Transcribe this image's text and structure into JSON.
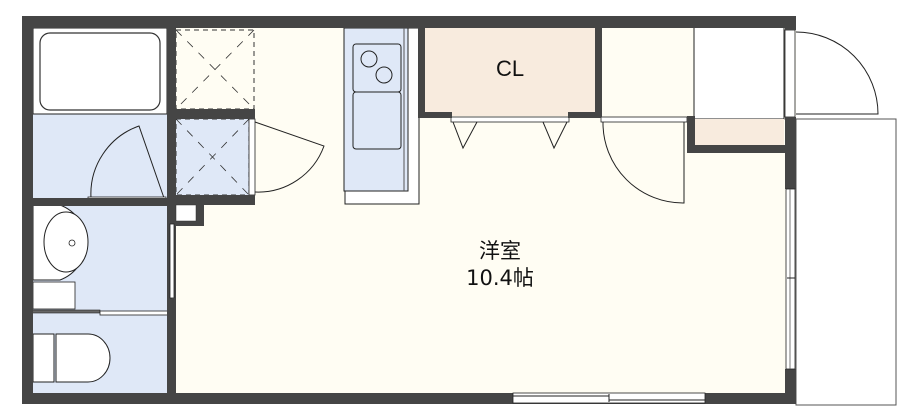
{
  "floor_plan": {
    "main_room": {
      "name": "洋室",
      "size": "10.4帖"
    },
    "closet": {
      "label": "CL"
    },
    "areas": [
      {
        "id": "bathroom",
        "label": ""
      },
      {
        "id": "washroom-toilet",
        "label": ""
      },
      {
        "id": "kitchen",
        "label": ""
      },
      {
        "id": "entrance",
        "label": ""
      },
      {
        "id": "balcony",
        "label": ""
      }
    ],
    "icons": {
      "bathtub": "bathtub-icon",
      "sink": "wash-basin-icon",
      "toilet": "toilet-icon",
      "stove": "two-burner-stove-icon",
      "washer": "washer-space-icon",
      "storage": "storage-space-icon"
    }
  },
  "colors": {
    "wall": "#454545",
    "room_floor": "#fffdf3",
    "wet_area": "#dfe8f7",
    "closet": "#f8ebde",
    "white": "#ffffff",
    "line": "#222222"
  }
}
